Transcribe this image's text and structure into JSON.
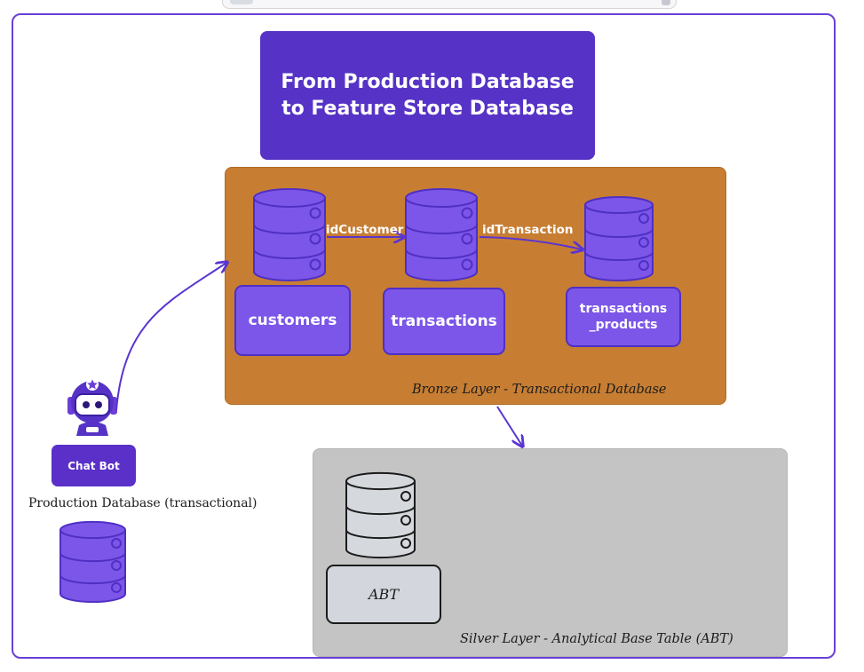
{
  "title": "From Production Database to Feature Store Database",
  "bronze_layer": {
    "label": "Bronze Layer - Transactional Database",
    "tables": [
      {
        "name": "customers"
      },
      {
        "name": "transactions"
      },
      {
        "name": "transactions _products"
      }
    ],
    "relations": [
      "idCustomer",
      "idTransaction"
    ]
  },
  "silver_layer": {
    "label": "Silver Layer - Analytical Base Table (ABT)",
    "table": "ABT"
  },
  "source": {
    "chatbot_label": "Chat Bot",
    "database_label": "Production Database (transactional)"
  },
  "colors": {
    "frame": "#6a3fd6",
    "title_bg": "#5633c6",
    "bronze_bg": "#c77e33",
    "silver_bg": "#c4c4c4",
    "db_purple": "#7b56e8",
    "db_gray": "#d5d8dd"
  },
  "icons": [
    "database-icon",
    "robot-icon",
    "arrow-icon"
  ]
}
